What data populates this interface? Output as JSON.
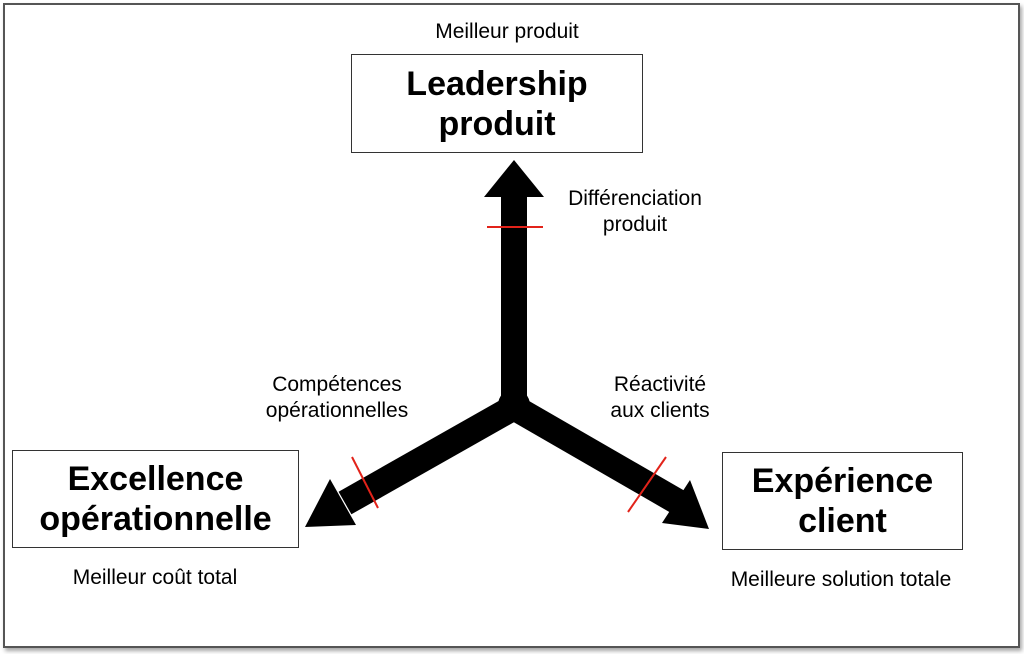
{
  "diagram": {
    "boxes": {
      "top": {
        "title": "Leadership\nproduit",
        "subtitle": "Meilleur produit"
      },
      "left": {
        "title": "Excellence\nopérationnelle",
        "subtitle": "Meilleur coût total"
      },
      "right": {
        "title": "Expérience\nclient",
        "subtitle": "Meilleure solution totale"
      }
    },
    "axes": {
      "top": "Différenciation\nproduit",
      "left": "Compétences\nopérationnelles",
      "right": "Réactivité\naux clients"
    },
    "colors": {
      "arrow": "#000000",
      "tick": "#e2231a",
      "frame": "#555555"
    }
  }
}
